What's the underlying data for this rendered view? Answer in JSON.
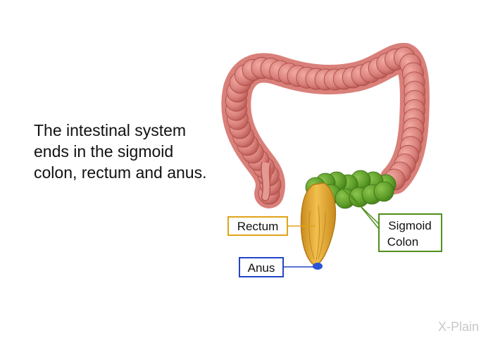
{
  "caption": "The intestinal system ends in the sigmoid colon, rectum and anus.",
  "labels": {
    "rectum": "Rectum",
    "anus": "Anus",
    "sigmoid_line1": "Sigmoid",
    "sigmoid_line2": "Colon"
  },
  "watermark": "X-Plain",
  "colors": {
    "colon": "#d9807a",
    "colon_dark": "#b95b55",
    "colon_inner": "#f0b2aa",
    "sigmoid": "#5f9f2a",
    "sigmoid_dark": "#3f7a16",
    "rectum": "#e8ad3a",
    "anus": "#2a56d6",
    "rectum_box": "#e0a418",
    "anus_box": "#2246c8",
    "sigmoid_box": "#4e8f1c"
  }
}
